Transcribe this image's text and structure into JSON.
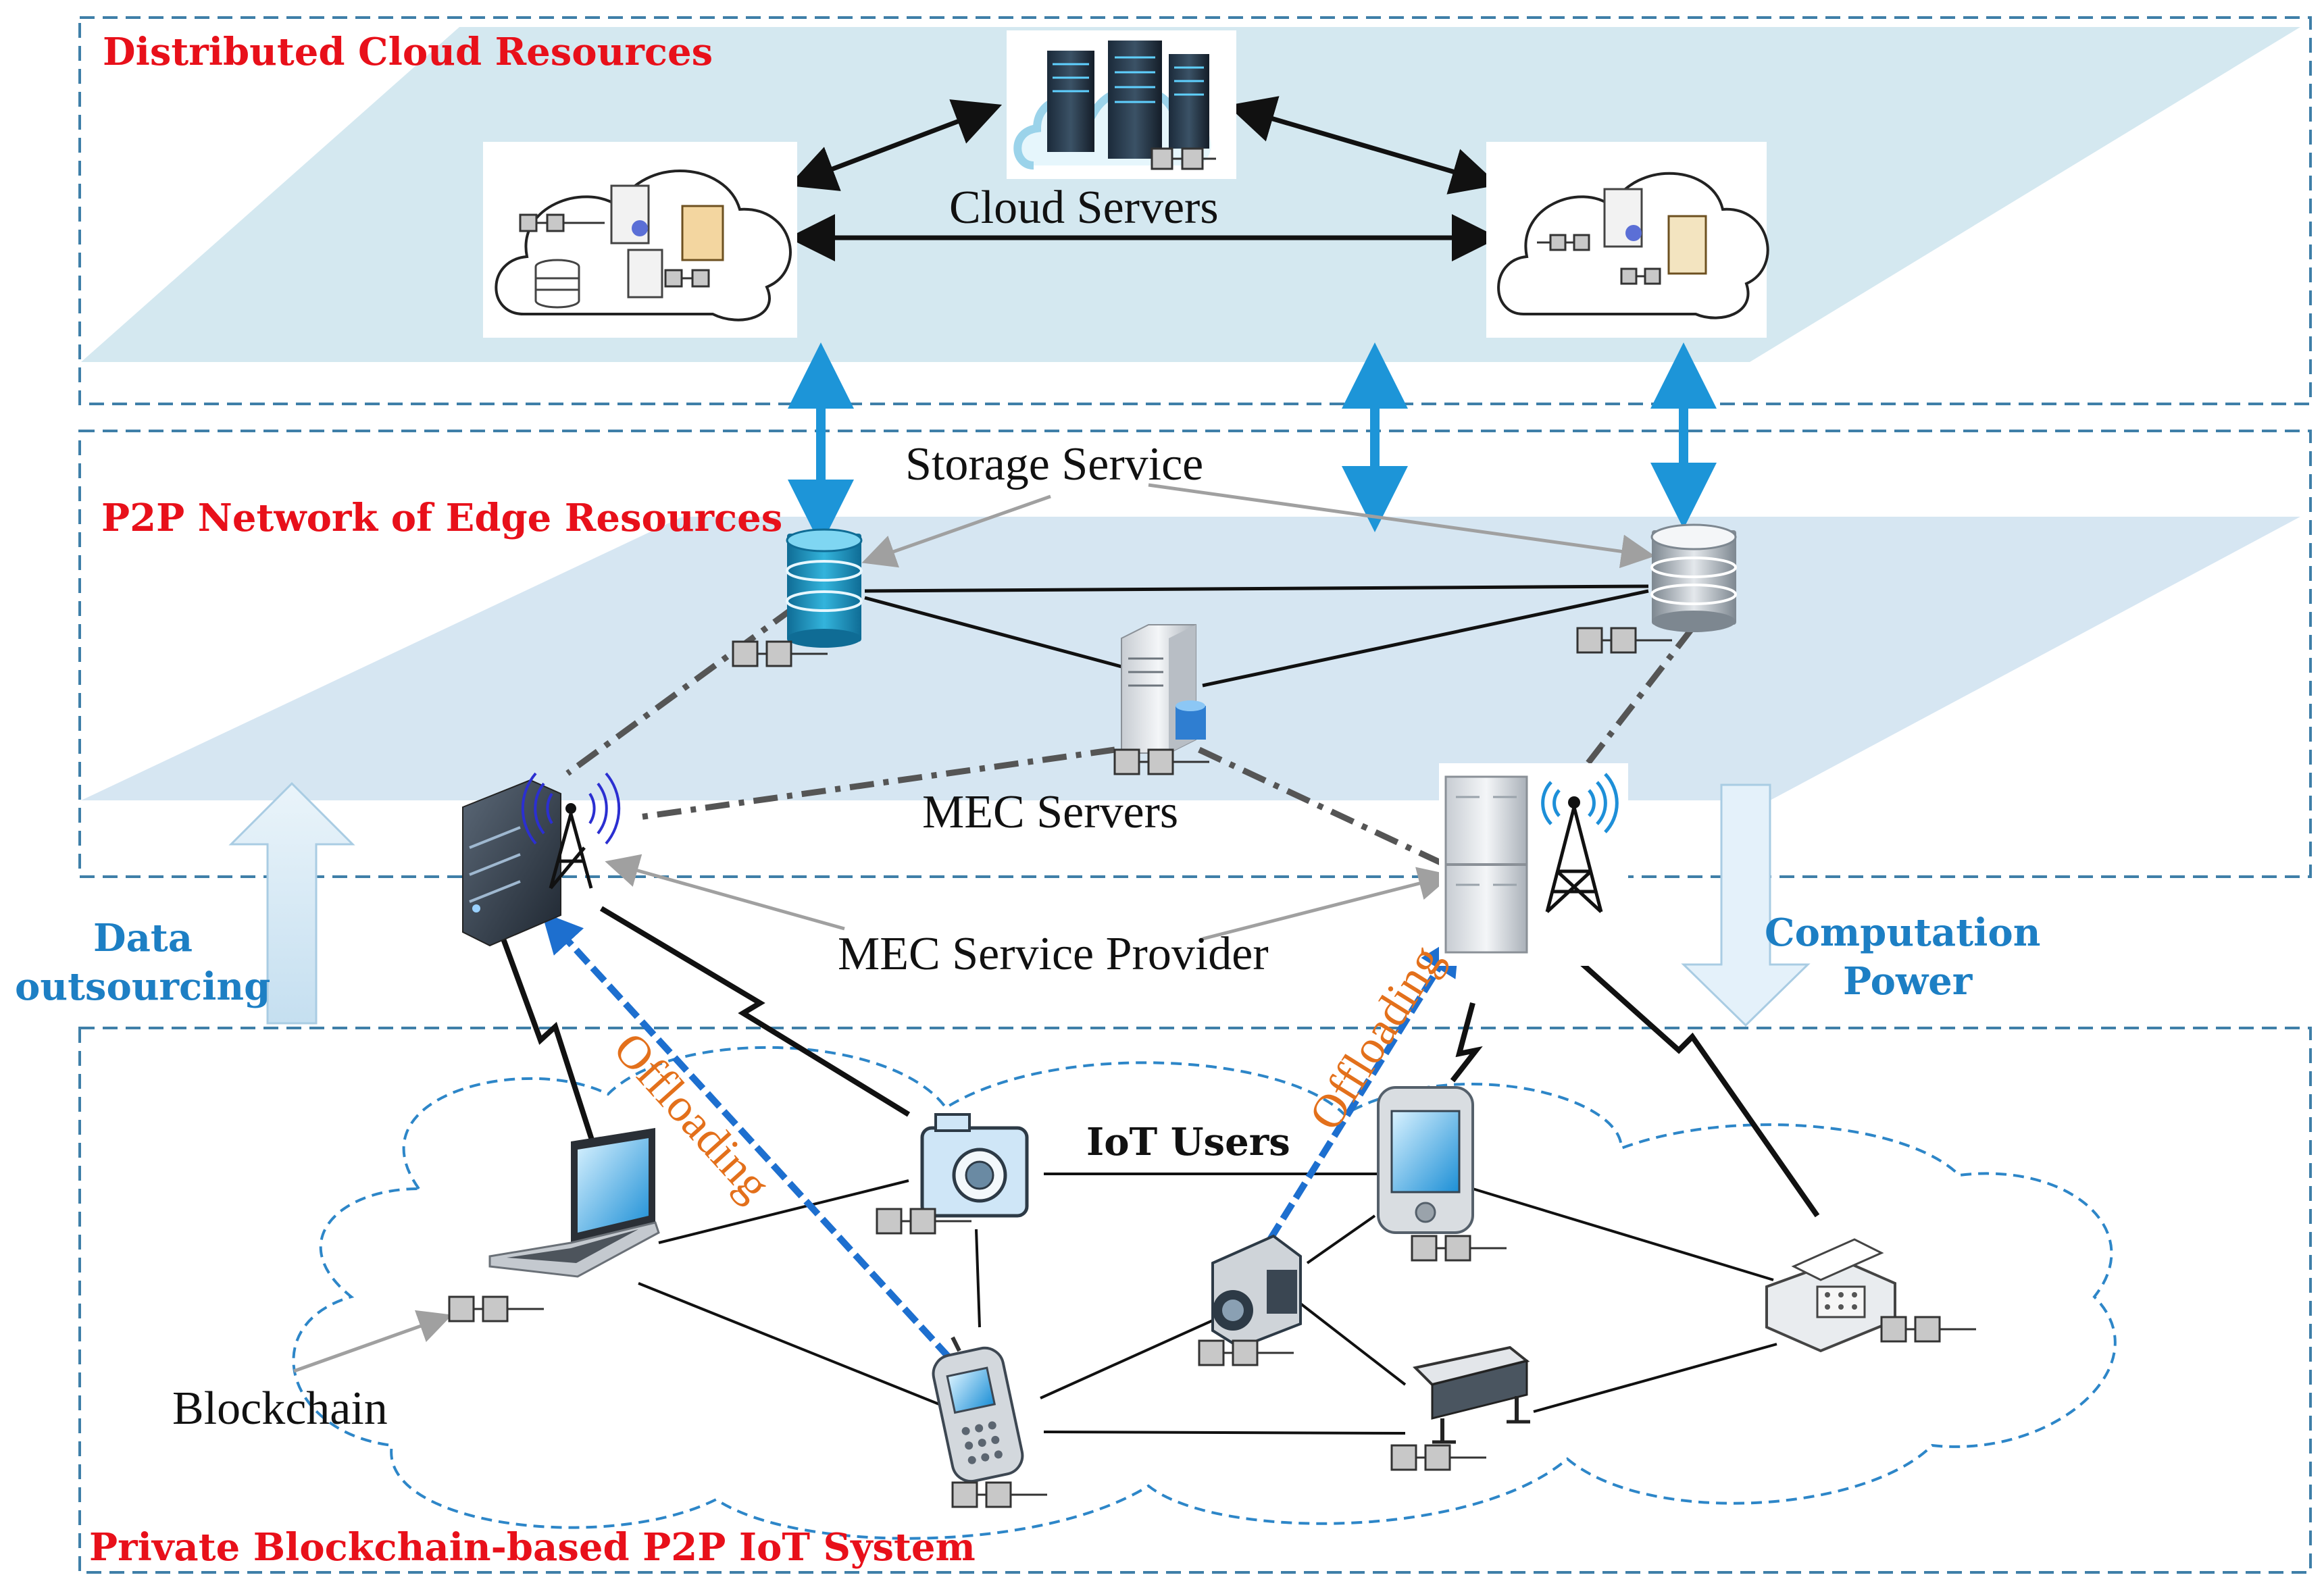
{
  "regions": {
    "cloud_label": "Distributed Cloud Resources",
    "edge_label": "P2P Network of Edge Resources",
    "iot_label": "Private Blockchain-based P2P IoT System"
  },
  "labels": {
    "cloud_servers": "Cloud Servers",
    "storage_service": "Storage Service",
    "mec_servers": "MEC Servers",
    "mec_service_provider": "MEC Service Provider",
    "iot_users": "IoT Users",
    "blockchain": "Blockchain",
    "offloading_left": "Offloading",
    "offloading_right": "Offloading",
    "data_outsourcing_line1": "Data",
    "data_outsourcing_line2": "outsourcing",
    "computation_power_line1": "Computation",
    "computation_power_line2": "Power"
  },
  "icons": {
    "cloud_datacenter": "server-rack-cloud-icon",
    "cloud_cluster_left": "cloud-server-cluster-icon",
    "cloud_cluster_right": "cloud-server-cluster-icon",
    "storage_left": "database-icon",
    "storage_right": "database-icon",
    "mec_server": "server-tower-icon",
    "base_station_left": "server-antenna-icon",
    "base_station_right": "server-antenna-icon",
    "laptop": "laptop-icon",
    "camera": "camera-icon",
    "pda": "pda-icon",
    "camcorder": "camcorder-icon",
    "fax": "fax-icon",
    "phone": "mobile-phone-icon",
    "printer": "plotter-printer-icon",
    "blockchain_chain": "blockchain-icon"
  },
  "colors": {
    "region_red": "#e8101a",
    "accent_blue": "#1d7fc4",
    "offloading_orange": "#e3701b",
    "plane_fill": "#d4e8f0",
    "edge_plane_fill": "#d6e6f2",
    "dashed_border": "#3f7fa8"
  }
}
